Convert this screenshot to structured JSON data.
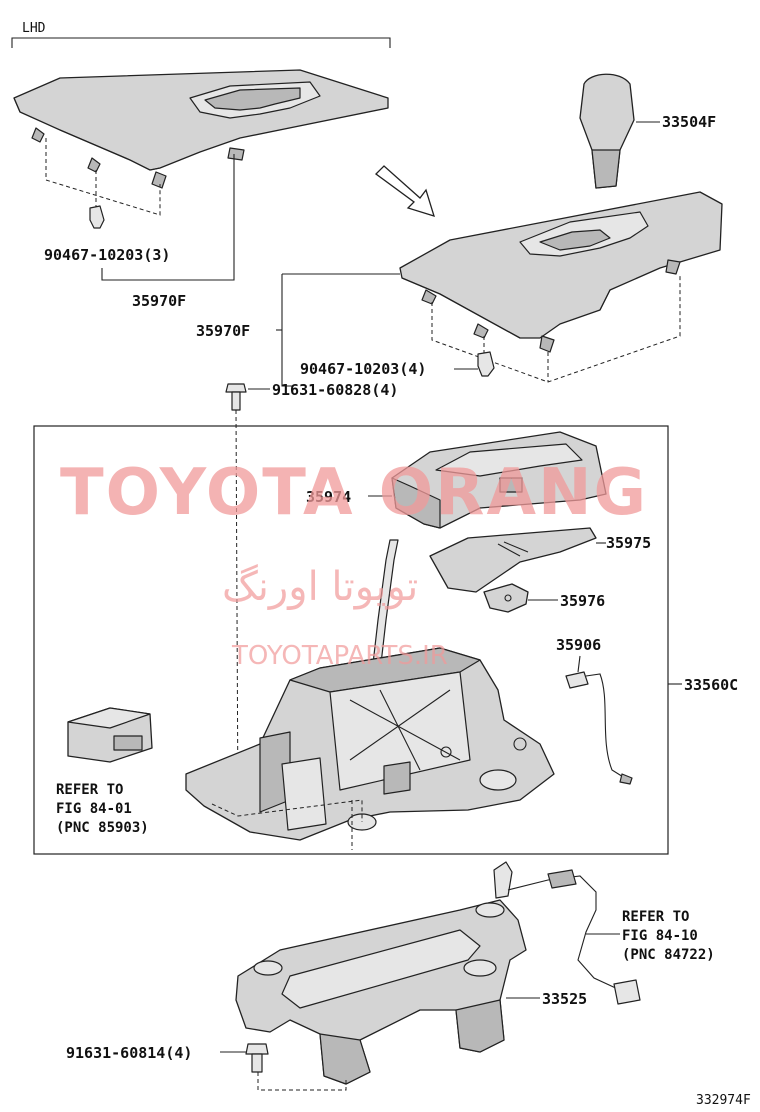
{
  "header": {
    "variant": "LHD"
  },
  "labels": {
    "clip_upper": "90467-10203(3)",
    "cover_upper": "35970F",
    "knob": "33504F",
    "cover_main": "35970F",
    "clip_main": "90467-10203(4)",
    "bolt_upper": "91631-60828(4)",
    "indicator_housing": "35974",
    "indicator_plate": "35975",
    "slide_plate": "35976",
    "bulb": "35906",
    "shift_assy": "33560C",
    "bracket": "33525",
    "bolt_lower": "91631-60814(4)"
  },
  "refer_left": {
    "line1": "REFER TO",
    "line2": "FIG 84-01",
    "line3": "(PNC 85903)"
  },
  "refer_right": {
    "line1": "REFER TO",
    "line2": "FIG 84-10",
    "line3": "(PNC 84722)"
  },
  "watermark": {
    "brand": "TOYOTA ORANG",
    "farsi": "تويوتا اورنگ",
    "site": "TOYOTAPARTS.IR"
  },
  "footer": {
    "figure_code": "332974F"
  }
}
